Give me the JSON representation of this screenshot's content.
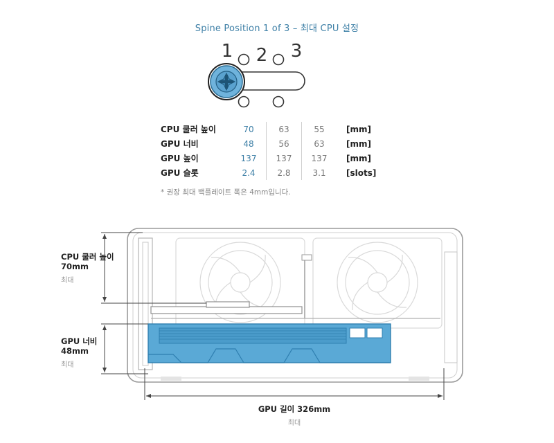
{
  "title": "Spine Position 1 of 3 – 최대 CPU 설정",
  "positions": [
    "1",
    "2",
    "3"
  ],
  "table": {
    "rows": [
      {
        "label": "CPU 쿨러 높이",
        "values": [
          "70",
          "63",
          "55"
        ],
        "unit": "[mm]"
      },
      {
        "label": "GPU 너비",
        "values": [
          "48",
          "56",
          "63"
        ],
        "unit": "[mm]"
      },
      {
        "label": "GPU 높이",
        "values": [
          "137",
          "137",
          "137"
        ],
        "unit": "[mm]"
      },
      {
        "label": "GPU 슬롯",
        "values": [
          "2.4",
          "2.8",
          "3.1"
        ],
        "unit": "[slots]"
      }
    ]
  },
  "note": "* 권장 최대 백플레이트 폭은 4mm입니다.",
  "dimensions": {
    "cpu": {
      "label": "CPU 쿨러 높이",
      "value": "70mm",
      "sub": "최대"
    },
    "gpu_width": {
      "label": "GPU 너비",
      "value": "48mm",
      "sub": "최대"
    },
    "gpu_length": {
      "label": "GPU 길이 326mm",
      "sub": "최대"
    }
  },
  "colors": {
    "accent": "#3d7fa6",
    "gpu_blue": "#5aa9d6",
    "gpu_blue_dark": "#2f7fb0",
    "line": "#c9c9c9",
    "text": "#222222"
  }
}
